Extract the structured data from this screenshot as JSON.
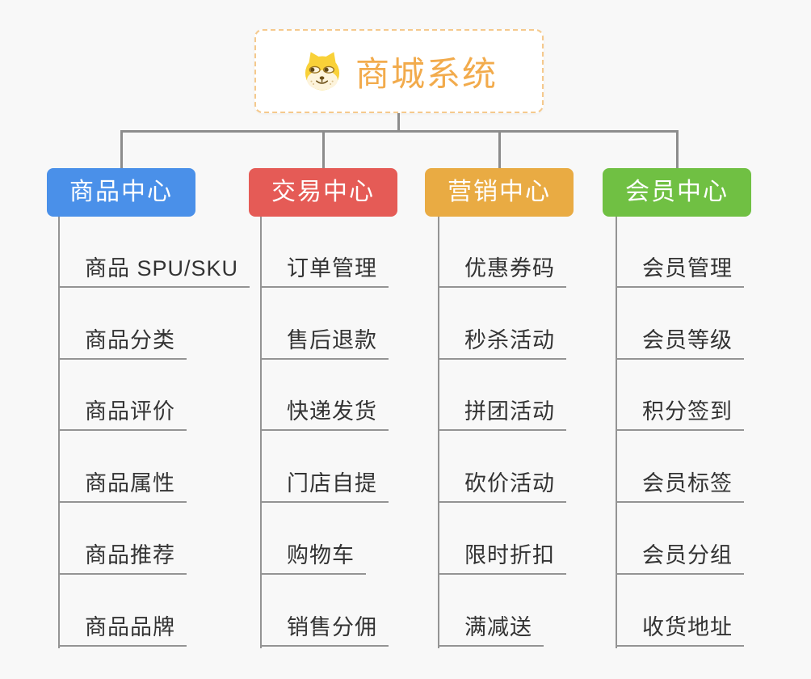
{
  "diagram": {
    "root": {
      "title": "商城系统",
      "icon": "doge-icon"
    },
    "branches": [
      {
        "label": "商品中心",
        "color": "#4a90e9",
        "items": [
          "商品 SPU/SKU",
          "商品分类",
          "商品评价",
          "商品属性",
          "商品推荐",
          "商品品牌"
        ]
      },
      {
        "label": "交易中心",
        "color": "#e55b56",
        "items": [
          "订单管理",
          "售后退款",
          "快递发货",
          "门店自提",
          "购物车",
          "销售分佣"
        ]
      },
      {
        "label": "营销中心",
        "color": "#e9ab43",
        "items": [
          "优惠券码",
          "秒杀活动",
          "拼团活动",
          "砍价活动",
          "限时折扣",
          "满减送"
        ]
      },
      {
        "label": "会员中心",
        "color": "#70c043",
        "items": [
          "会员管理",
          "会员等级",
          "积分签到",
          "会员标签",
          "会员分组",
          "收货地址"
        ]
      }
    ],
    "colors": {
      "root_accent": "#f2ab4c",
      "root_border": "#f5c98d",
      "connector": "#8c8c8c",
      "underline": "#949494",
      "leaf_text": "#333333",
      "background": "#f8f8f8"
    }
  }
}
